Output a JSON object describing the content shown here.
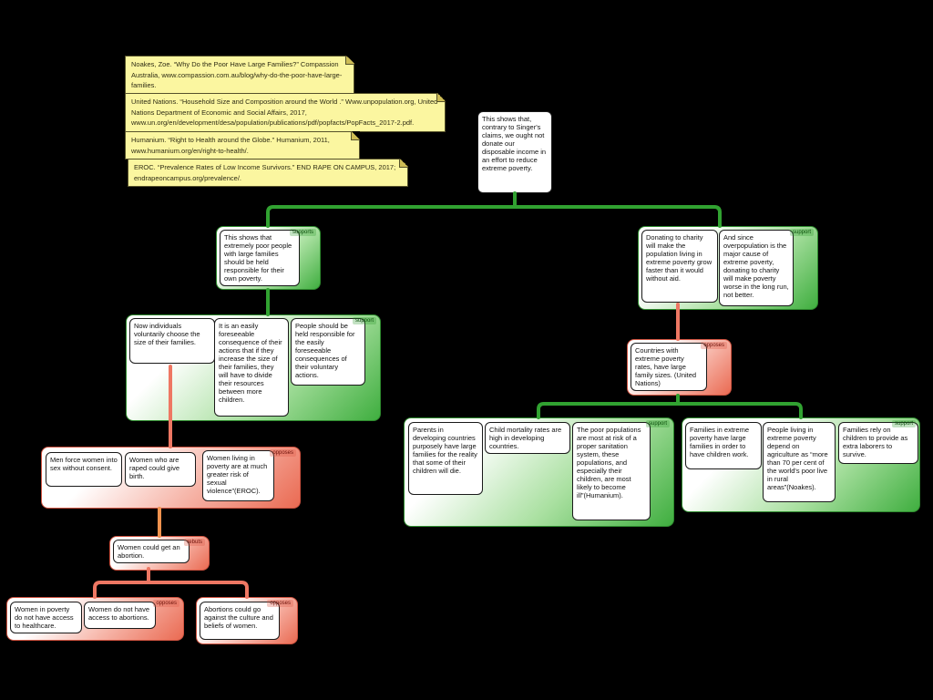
{
  "colors": {
    "support": "#31a231",
    "oppose": "#ee7763",
    "rebut": "#f0924e",
    "note_yellow": "#fbf6a0"
  },
  "notes": [
    {
      "text": "Noakes, Zoe. “Why Do the Poor Have Large Families?” Compassion Australia, www.compassion.com.au/blog/why-do-the-poor-have-large-families."
    },
    {
      "text": "United Nations. “Household Size and Composition around the World .” Www.unpopulation.org, United Nations Department of Economic and Social Affairs, 2017, www.un.org/en/development/desa/population/publications/pdf/popfacts/PopFacts_2017-2.pdf."
    },
    {
      "text": "Humanium. “Right to Health around the Globe.” Humanium, 2011, www.humanium.org/en/right-to-health/."
    },
    {
      "text": "EROC. “Prevalence Rates of Low Income Survivors.” END RAPE ON CAMPUS, 2017; endrapeoncampus.org/prevalence/."
    }
  ],
  "root": {
    "text": "This shows that, contrary to Singer's claims, we ought not donate our disposable income in an effort to reduce extreme poverty."
  },
  "groups": [
    {
      "tag": "supports",
      "boxes": [
        {
          "text": "This shows that extremely poor people with large families should be held responsible for their own poverty."
        }
      ]
    },
    {
      "tag": "support",
      "boxes": [
        {
          "text": "Now individuals voluntarily choose the size of their families."
        },
        {
          "text": "It is an easily foreseeable consequence of their actions that if they increase the size of their families, they will have to divide their resources between more children."
        },
        {
          "text": "People should be held responsible for the easily foreseeable consequences of their voluntary actions."
        }
      ]
    },
    {
      "tag": "opposes",
      "boxes": [
        {
          "text": "Men force women into sex without consent."
        },
        {
          "text": "Women who are raped could give birth."
        },
        {
          "text": "Women living in poverty are at much greater risk of sexual violence”(EROC)."
        }
      ]
    },
    {
      "tag": "rebuts",
      "boxes": [
        {
          "text": "Women could get an abortion."
        }
      ]
    },
    {
      "tag": "opposes",
      "boxes": [
        {
          "text": "Women in poverty do not have access to healthcare."
        },
        {
          "text": "Women do not have access to abortions."
        }
      ]
    },
    {
      "tag": "opposes",
      "boxes": [
        {
          "text": "Abortions could go against the culture and beliefs of women."
        }
      ]
    },
    {
      "tag": "support",
      "boxes": [
        {
          "text": "Donating to charity will make the population living in extreme poverty grow faster than it would without aid."
        },
        {
          "text": "And since overpopulation is the major cause of extreme poverty, donating to charity will make poverty worse in the long run, not better."
        }
      ]
    },
    {
      "tag": "opposes",
      "boxes": [
        {
          "text": "Countries with extreme poverty rates, have large family sizes. (United Nations)"
        }
      ]
    },
    {
      "tag": "support",
      "boxes": [
        {
          "text": "Parents in developing countries purposely have large families for the reality that some of their children will die."
        },
        {
          "text": "Child mortality rates are high in developing countries."
        },
        {
          "text": "The poor populations are most at risk of a proper sanitation system, these populations, and especially their children, are most likely to become ill”(Humanium)."
        }
      ]
    },
    {
      "tag": "support",
      "boxes": [
        {
          "text": "Families in extreme poverty have large families in order to have children work."
        },
        {
          "text": "People living in extreme poverty depend on agriculture as “more than 70 per cent of the world's poor live in rural areas”(Noakes)."
        },
        {
          "text": "Families rely on children to provide as extra laborers to survive."
        }
      ]
    }
  ]
}
